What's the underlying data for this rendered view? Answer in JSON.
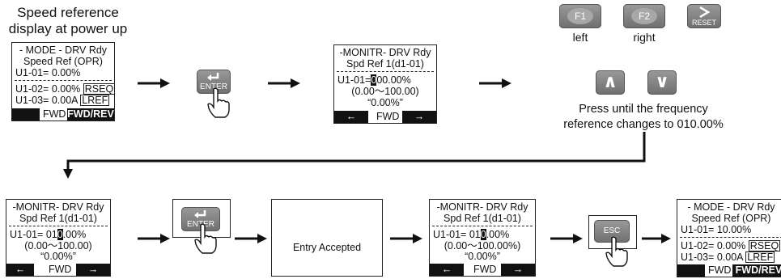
{
  "caption_top": [
    "Speed reference",
    "display at power up"
  ],
  "lcd1": {
    "r1": "- MODE -   DRV  Rdy",
    "r2": "Speed Ref (OPR)",
    "r3": "U1-01=  0.00%",
    "r4a": "U1-02=  0.00%",
    "r4b": "RSEQ",
    "r5a": "U1-03=  0.00A",
    "r5b": "LREF",
    "bar_mid": "FWD",
    "bar_right": "FWD/REV"
  },
  "enter_label": "ENTER",
  "esc_label": "ESC",
  "lcd2": {
    "r1": "-MONITR-   DRV  Rdy",
    "r2": "Spd Ref 1(d1-01)",
    "r3_pre": "U1-01=",
    "r3_cur": "0",
    "r3_post": "00.00%",
    "r4": "(0.00～100.00)",
    "r5": "“0.00%”",
    "bar_mid": "FWD",
    "bar_left": "←",
    "bar_right": "→"
  },
  "keys": {
    "f1": "F1",
    "f1_caption": "left",
    "f2": "F2",
    "f2_caption": "right",
    "reset": "RESET",
    "up": "∧",
    "down": "∨"
  },
  "caption_keys": [
    "Press until the frequency",
    "reference changes to 010.00%"
  ],
  "lcd3": {
    "r1": "-MONITR-   DRV  Rdy",
    "r2": "Spd Ref 1(d1-01)",
    "r3_pre": "U1-01= 01",
    "r3_cur": "0",
    "r3_post": ".00%",
    "r4": "(0.00～100.00)",
    "r5": "“0.00%”",
    "bar_mid": "FWD",
    "bar_left": "←",
    "bar_right": "→"
  },
  "entry_accepted": "Entry Accepted",
  "lcd4": {
    "r1": "-MONITR-   DRV  Rdy",
    "r2": "Spd Ref 1(d1-01)",
    "r3_pre": "U1-01= 01",
    "r3_cur": "0",
    "r3_post": ".00%",
    "r4": "(0.00～100.00%)",
    "r5": "“0.00%”",
    "bar_mid": "FWD",
    "bar_left": "←",
    "bar_right": "→"
  },
  "lcd5": {
    "r1": "- MODE -   DRV  Rdy",
    "r2": "Speed Ref (OPR)",
    "r3": "U1-01=  10.00%",
    "r4a": "U1-02=  0.00%",
    "r4b": "RSEQ",
    "r5a": "U1-03=  0.00A",
    "r5b": "LREF",
    "bar_mid": "FWD",
    "bar_right": "FWD/REV"
  }
}
